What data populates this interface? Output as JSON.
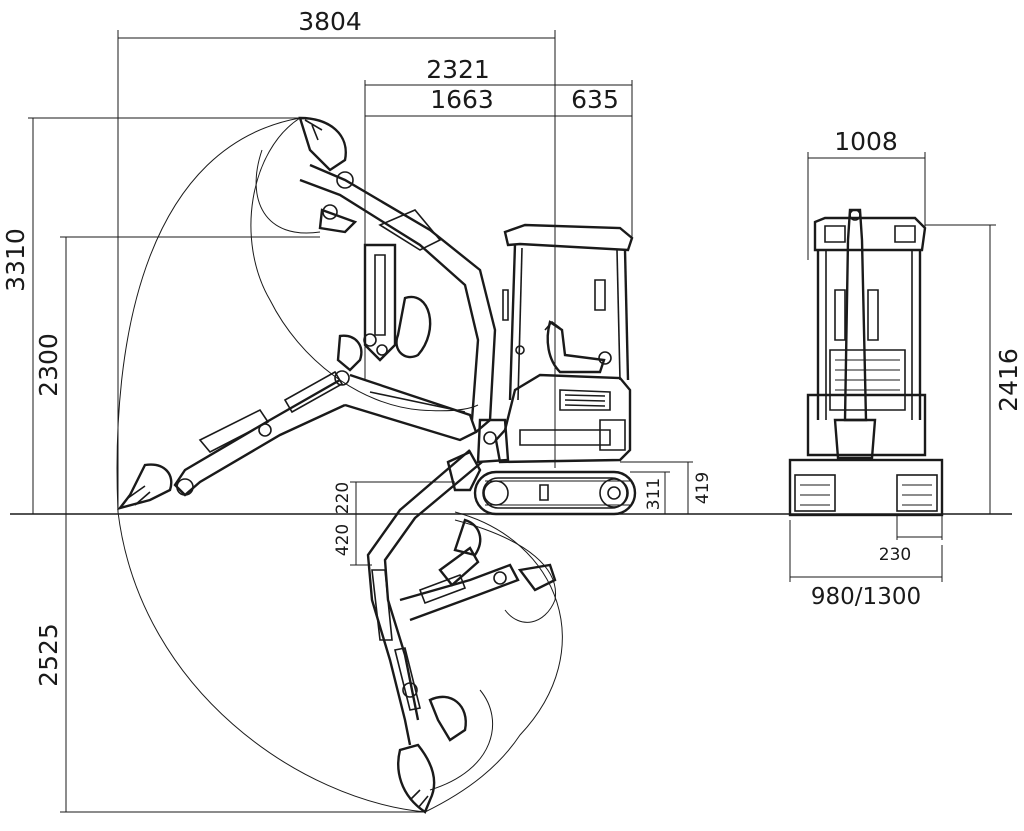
{
  "dimensions": {
    "max_reach": "3804",
    "overall_length": "2321",
    "front_length": "1663",
    "rear_length": "635",
    "max_dig_height": "3310",
    "max_dump_height": "2300",
    "max_dig_depth": "2525",
    "blade_raise": "220",
    "blade_lower": "420",
    "track_height": "311",
    "undercarriage_height": "419",
    "top_width": "1008",
    "overall_height": "2416",
    "track_width": "230",
    "track_gauge": "980/1300"
  }
}
